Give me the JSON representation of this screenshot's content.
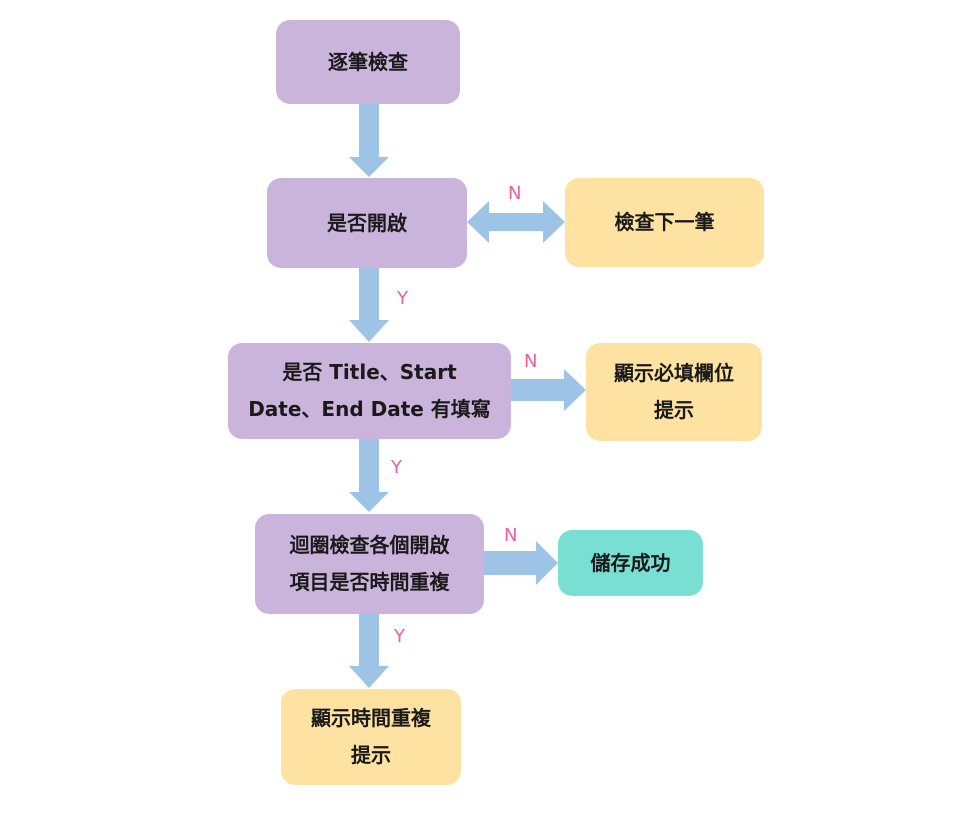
{
  "nodes": {
    "start": "逐筆檢查",
    "check_open": "是否開啟",
    "next_record": "檢查下一筆",
    "check_required": "是否 Title、Start\nDate、End Date 有填寫",
    "required_prompt": "顯示必填欄位\n提示",
    "check_overlap": "迴圈檢查各個開啟\n項目是否時間重複",
    "save_success": "儲存成功",
    "overlap_prompt": "顯示時間重複\n提示"
  },
  "edge_labels": {
    "no": "N",
    "yes": "Y"
  },
  "colors": {
    "decision": "#cbb4dc",
    "result": "#fde2a1",
    "success": "#7adfd3",
    "arrow": "#9dc3e6",
    "edge_label": "#ee5f9c"
  }
}
